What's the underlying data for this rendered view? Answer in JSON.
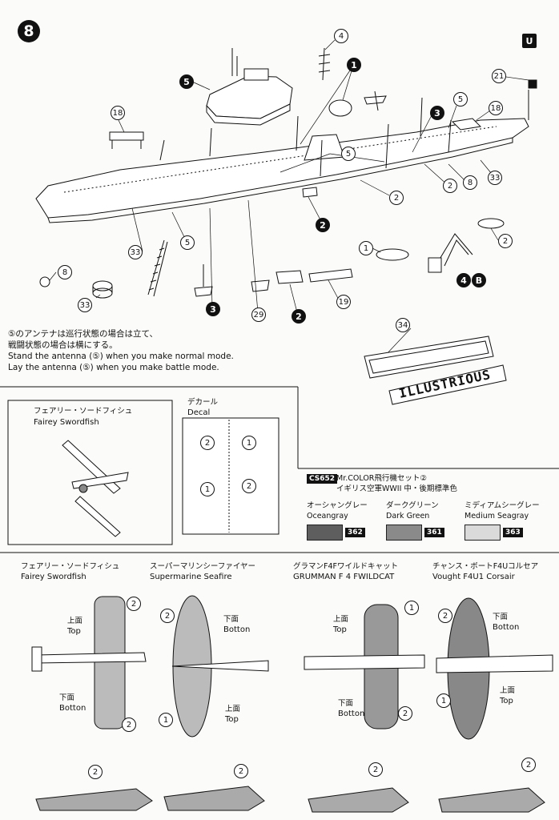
{
  "step": {
    "number": "8"
  },
  "ship": {
    "name_plate": "ILLUSTRIOUS",
    "callouts": {
      "c4": "4",
      "c1": "1",
      "c5a": "5",
      "c21": "21",
      "c18a": "18",
      "c3a": "3",
      "c5b": "5",
      "c18b": "18",
      "c5c": "5",
      "c33a": "33",
      "c2a": "2",
      "c8a": "8",
      "c2b": "2",
      "c2c": "2",
      "c2d": "2",
      "c1b": "1",
      "c4b": "4",
      "cB": "B",
      "c8b": "8",
      "c33b": "33",
      "c5d": "5",
      "c33c": "33",
      "c3b": "3",
      "c29": "29",
      "c2e": "2",
      "c19": "19",
      "c34": "34",
      "cU": "U"
    }
  },
  "note": {
    "jp_line1": "⑤のアンテナは巡行状態の場合は立て、",
    "jp_line2": "戦闘状態の場合は横にする。",
    "en_line1": "Stand the antenna (⑤) when you make normal mode.",
    "en_line2": "Lay the antenna (⑤) when you make battle mode."
  },
  "inset": {
    "jp": "フェアリー・ソードフィシュ",
    "en": "Fairey Swordfish"
  },
  "decal": {
    "jp": "デカール",
    "en": "Decal",
    "marks": {
      "m2a": "2",
      "m1a": "1",
      "m1b": "1",
      "m2b": "2"
    }
  },
  "paint": {
    "code": "CS652",
    "title": "Mr.COLOR飛行機セット②",
    "subtitle": "イギリス空軍WWII 中・後期標準色",
    "colors": [
      {
        "jp": "オーシャングレー",
        "en": "Oceangray",
        "num": "362",
        "hex": "#5e5e5e"
      },
      {
        "jp": "ダークグリーン",
        "en": "Dark Green",
        "num": "361",
        "hex": "#8a8a8a"
      },
      {
        "jp": "ミディアムシーグレー",
        "en": "Medium Seagray",
        "num": "363",
        "hex": "#dadada"
      }
    ]
  },
  "aircraft": [
    {
      "jp": "フェアリー・ソードフィシュ",
      "en": "Fairey Swordfish",
      "top": "上面",
      "top_en": "Top",
      "bottom": "下面",
      "bottom_en": "Botton",
      "c1": "2",
      "c2": "2",
      "c3": "2"
    },
    {
      "jp": "スーパーマリンシーファイヤー",
      "en": "Supermarine Seafire",
      "top": "上面",
      "top_en": "Top",
      "bottom": "下面",
      "bottom_en": "Botton",
      "c1": "2",
      "c2": "1",
      "c3": "2"
    },
    {
      "jp": "グラマンF4Fワイルドキャット",
      "en": "GRUMMAN F 4 FWILDCAT",
      "top": "上面",
      "top_en": "Top",
      "bottom": "下面",
      "bottom_en": "Botton",
      "c1": "1",
      "c2": "2",
      "c3": "2"
    },
    {
      "jp": "チャンス・ボートF4Uコルセア",
      "en": "Vought F4U1 Corsair",
      "top": "上面",
      "top_en": "Top",
      "bottom": "下面",
      "bottom_en": "Botton",
      "c1": "2",
      "c2": "1",
      "c3": "2"
    }
  ]
}
